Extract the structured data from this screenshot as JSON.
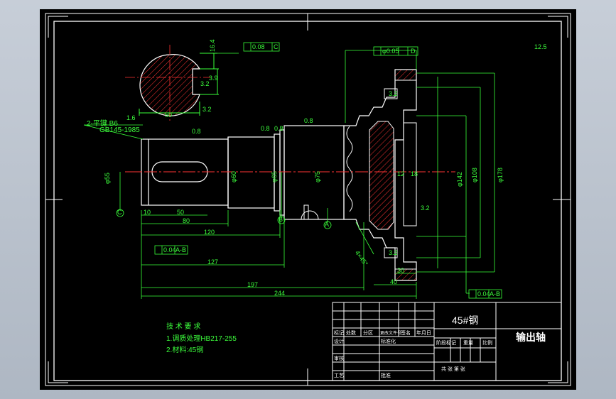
{
  "notes": {
    "title": "技 术 要 求",
    "line1": "1.调质处理HB217-255",
    "line2": "2.材料:45钢"
  },
  "title_block": {
    "material": "45#钢",
    "part_name": "输出轴",
    "row_labels": [
      "标记",
      "处数",
      "分区",
      "更改文件号",
      "签名",
      "年月日"
    ],
    "design": "设计",
    "check": "审核",
    "craft": "工艺",
    "standard": "标准化",
    "approve": "批准",
    "stage": "阶段标记",
    "weight": "重量",
    "scale": "比例",
    "sheet": "共 张 第 张"
  },
  "labels": {
    "keyway_note": "2-平键 B6",
    "standard": "GB145-1985",
    "roughness_overall": "12.5",
    "tol_concentric": "0.08",
    "tol_ref_c": "C",
    "tol_coax": "φ0.05",
    "tol_ref_d": "D",
    "tol_runout1": "0.04",
    "tol_ref_ab": "A-B",
    "datum_a": "A",
    "datum_b": "B",
    "datum_c": "C",
    "ra_08": "0.8",
    "ra_32": "3.2",
    "ra_16": "1.6",
    "dim_50": "50",
    "dim_10": "10",
    "dim_80": "80",
    "dim_120": "120",
    "dim_127": "127",
    "dim_197": "197",
    "dim_244": "244",
    "dim_30": "30",
    "dim_40": "40",
    "dim_164": "16.4",
    "dim_39": "3.9",
    "dim_phi55": "φ55",
    "dim_phi60": "φ60",
    "dim_phi65": "φ65",
    "dim_phi75": "φ75",
    "dim_phi108": "φ108",
    "dim_phi142": "φ142",
    "dim_phi178": "φ178",
    "dim_12": "12",
    "dim_18": "18",
    "dim_45": "4×45°"
  },
  "colors": {
    "background": "#000000",
    "frame_line": "#ffffff",
    "dimension": "#39ff39",
    "center": "#ff3333",
    "hatch": "#ff3333",
    "part": "#ffffff"
  }
}
